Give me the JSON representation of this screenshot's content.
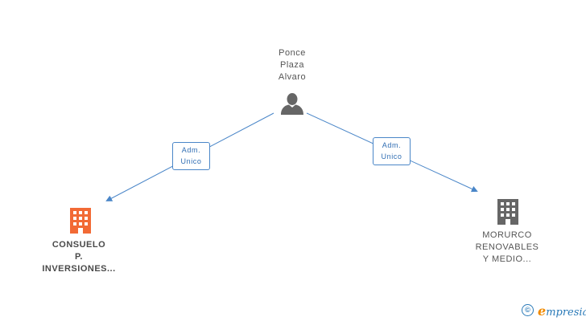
{
  "person": {
    "name_lines": [
      "Ponce",
      "Plaza",
      "Alvaro"
    ],
    "icon": "person-icon",
    "icon_color": "#666666"
  },
  "edges": [
    {
      "role_lines": [
        "Adm.",
        "Unico"
      ],
      "from": "person",
      "to": "company_left"
    },
    {
      "role_lines": [
        "Adm.",
        "Unico"
      ],
      "from": "person",
      "to": "company_right"
    }
  ],
  "companies": {
    "left": {
      "name_lines": [
        "CONSUELO",
        "P.",
        "INVERSIONES..."
      ],
      "icon": "building-icon",
      "icon_color": "#f26a35"
    },
    "right": {
      "name_lines": [
        "MORURCO",
        "RENOVABLES",
        "Y MEDIO..."
      ],
      "icon": "building-icon",
      "icon_color": "#666666"
    }
  },
  "colors": {
    "edge": "#4a86c8",
    "role_text": "#2f6db3"
  },
  "watermark": {
    "copyright_symbol": "©",
    "brand_initial": "e",
    "brand_rest": "mpresia"
  }
}
